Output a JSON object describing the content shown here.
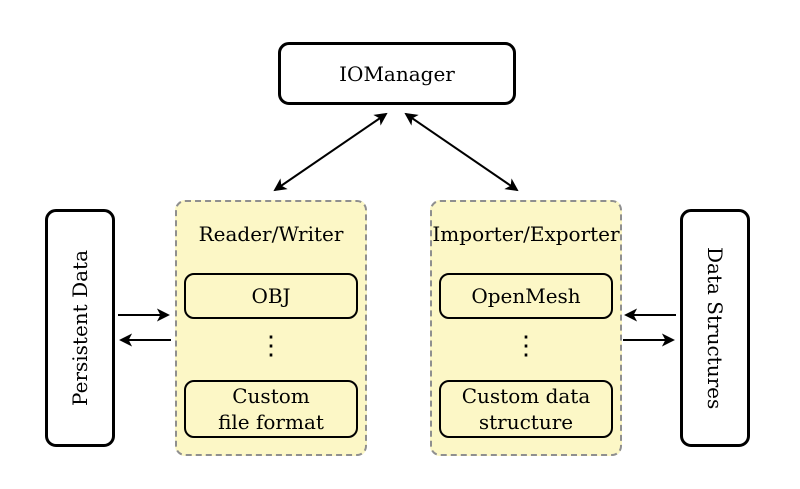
{
  "colors": {
    "panel_fill": "#fcf7c6",
    "panel_dash_border": "#8f8f8f",
    "node_border": "#000000",
    "node_fill": "#ffffff",
    "arrow": "#000000"
  },
  "nodes": {
    "io_manager": {
      "label": "IOManager"
    },
    "persistent_data": {
      "label": "Persistent Data"
    },
    "data_structures": {
      "label": "Data Structures"
    },
    "reader_writer": {
      "title": "Reader/Writer",
      "item_top": "OBJ",
      "ellipsis": "⋮",
      "item_bottom_line1": "Custom",
      "item_bottom_line2": "file format"
    },
    "importer_exporter": {
      "title": "Importer/Exporter",
      "item_top": "OpenMesh",
      "ellipsis": "⋮",
      "item_bottom_line1": "Custom data",
      "item_bottom_line2": "structure"
    }
  }
}
